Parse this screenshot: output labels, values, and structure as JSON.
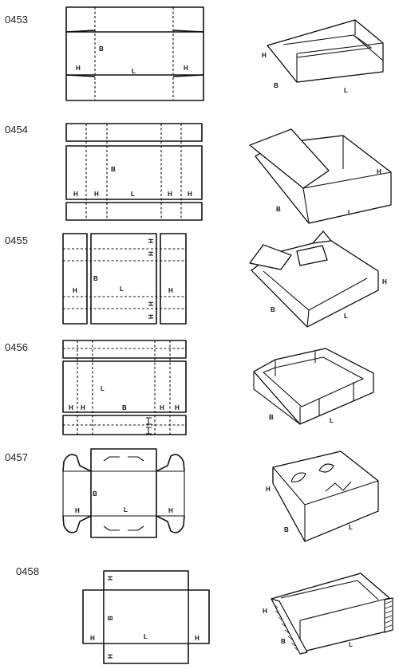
{
  "styles": [
    {
      "code": "0453",
      "net": {
        "h": "H",
        "h2": "H",
        "b": "B",
        "l": "L"
      },
      "view": {
        "h": "H",
        "b": "B",
        "l": "L"
      }
    },
    {
      "code": "0454",
      "net": {
        "h": "H",
        "h2": "H",
        "h3": "H",
        "h4": "H",
        "b": "B",
        "l": "L"
      },
      "view": {
        "h": "H",
        "b": "B",
        "l": "L"
      }
    },
    {
      "code": "0455",
      "net": {
        "h": "H",
        "h2": "H",
        "h3": "H",
        "h4": "H",
        "h5": "H",
        "h6": "H",
        "b": "B",
        "l": "L"
      },
      "view": {
        "h": "H",
        "b": "B",
        "l": "L"
      }
    },
    {
      "code": "0456",
      "net": {
        "h": "H",
        "h2": "H",
        "h3": "H",
        "h4": "H",
        "b": "B",
        "l": "L"
      },
      "view": {
        "b": "B",
        "l": "L"
      }
    },
    {
      "code": "0457",
      "net": {
        "h": "H",
        "h2": "H",
        "b": "B",
        "l": "L"
      },
      "view": {
        "h": "H",
        "b": "B",
        "l": "L"
      }
    },
    {
      "code": "0458",
      "net": {
        "h": "H",
        "h2": "H",
        "h3": "H",
        "h4": "H",
        "b": "B",
        "l": "L"
      },
      "view": {
        "h": "H",
        "b": "B",
        "l": "L"
      }
    }
  ]
}
